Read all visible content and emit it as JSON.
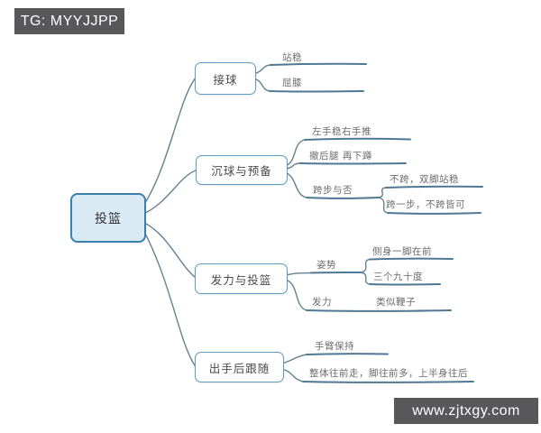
{
  "badge": {
    "text": "TG: MYYJJPP"
  },
  "watermark": {
    "text": "www.zjtxgy.com"
  },
  "colors": {
    "root_fill": "#d9eaf5",
    "root_border": "#3b82ab",
    "node_border": "#5b9dbd",
    "connector": "#64828f",
    "underline": "#4e7994",
    "badge_bg": "#58585a"
  },
  "map": {
    "root": {
      "label": "投篮"
    },
    "branches": [
      {
        "label": "接球",
        "children": [
          {
            "label": "站稳"
          },
          {
            "label": "屈膝"
          }
        ]
      },
      {
        "label": "沉球与预备",
        "children": [
          {
            "label": "左手稳右手推"
          },
          {
            "label": "撤后腿 再下蹲"
          },
          {
            "label": "跨步与否",
            "children": [
              {
                "label": "不跨，双脚站稳"
              },
              {
                "label": "跨一步，不跨皆可"
              }
            ]
          }
        ]
      },
      {
        "label": "发力与投篮",
        "children": [
          {
            "label": "姿势",
            "children": [
              {
                "label": "侧身一脚在前"
              },
              {
                "label": "三个九十度"
              }
            ]
          },
          {
            "label": "发力",
            "children": [
              {
                "label": "类似鞭子"
              }
            ]
          }
        ]
      },
      {
        "label": "出手后跟随",
        "children": [
          {
            "label": "手臂保持"
          },
          {
            "label": "整体往前走，脚往前多，上半身往后"
          }
        ]
      }
    ]
  }
}
